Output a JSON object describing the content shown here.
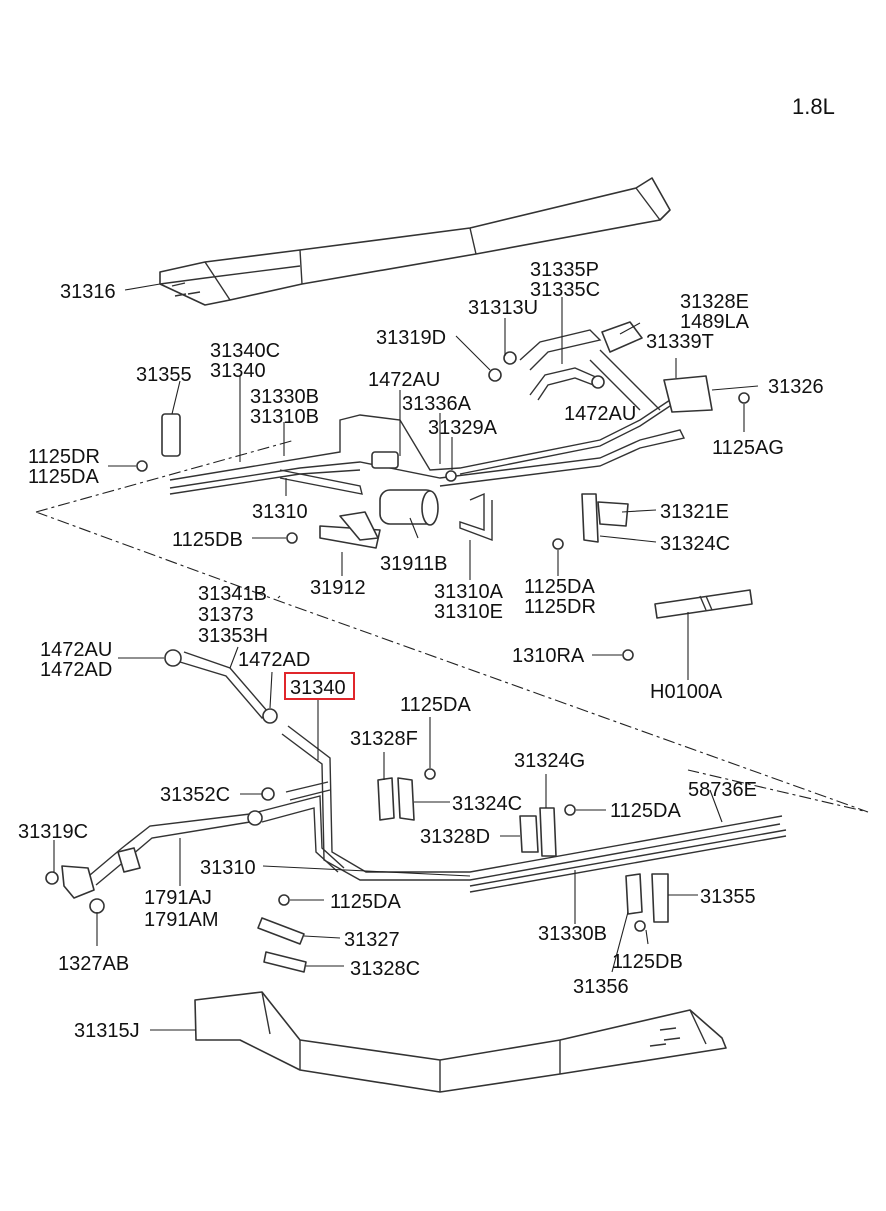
{
  "engine_label": "1.8L",
  "labels": {
    "l31316": "31316",
    "l31335P": "31335P",
    "l31335C": "31335C",
    "l31313U": "31313U",
    "l31328E": "31328E",
    "l1489LA": "1489LA",
    "l31319D": "31319D",
    "l31339T": "31339T",
    "l31340C": "31340C",
    "l31340a": "31340",
    "l31355a": "31355",
    "l31330Ba": "31330B",
    "l31310Ba": "31310B",
    "l1472AUa": "1472AU",
    "l31336A": "31336A",
    "l1472AUb": "1472AU",
    "l31326": "31326",
    "l31329A": "31329A",
    "l1125AG": "1125AG",
    "l1125DRa": "1125DR",
    "l1125DAa": "1125DA",
    "l31310a": "31310",
    "l31321E": "31321E",
    "l1125DBa": "1125DB",
    "l31324Ca": "31324C",
    "l31912": "31912",
    "l31911B": "31911B",
    "l1125DAb": "1125DA",
    "l31310A": "31310A",
    "l31310E": "31310E",
    "l1125DRb": "1125DR",
    "l31341B": "31341B",
    "l31373": "31373",
    "l31353H": "31353H",
    "l1472AUc": "1472AU",
    "l1472ADa": "1472AD",
    "l1472ADb": "1472AD",
    "l1310RA": "1310RA",
    "lH0100A": "H0100A",
    "l31340b": "31340",
    "l1125DAc": "1125DA",
    "l31328F": "31328F",
    "l31324G": "31324G",
    "l31352C": "31352C",
    "l58736E": "58736E",
    "l31324Cb": "31324C",
    "l1125DAd": "1125DA",
    "l31319C": "31319C",
    "l31328D": "31328D",
    "l31310b": "31310",
    "l1791AJ": "1791AJ",
    "l1791AM": "1791AM",
    "l1125DAe": "1125DA",
    "l31355b": "31355",
    "l31330Bb": "31330B",
    "l31327": "31327",
    "l1125DBb": "1125DB",
    "l1327AB": "1327AB",
    "l31328C": "31328C",
    "l31356": "31356",
    "l31315J": "31315J"
  },
  "highlight_color": "#e0262b"
}
